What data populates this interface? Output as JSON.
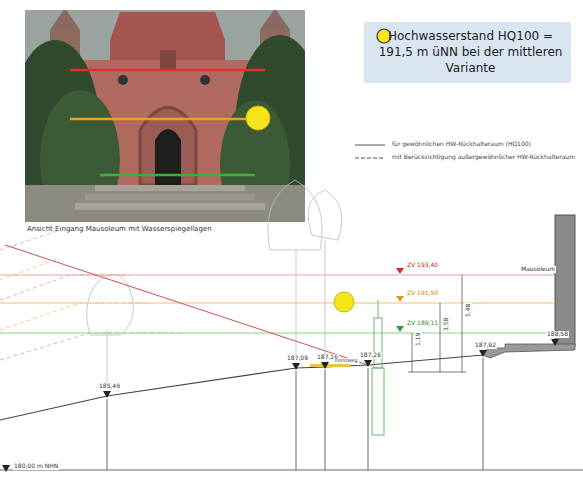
{
  "diagram": {
    "caption": "Ansicht Eingang Mausoleum mit Wasserspiegellagen",
    "nodes": [
      {
        "text": [
          "Hochwasserstand HQ100 = 191,5 m üNN bei der mittleren Variante"
        ]
      }
    ],
    "labels": [
      "ZV 193,40",
      "ZV 191,50",
      "ZV 189,11",
      "Mausoleum",
      "5,48",
      "3,58",
      "1,19",
      "185,49",
      "187,09",
      "187,16",
      "Forstweg",
      "187,26",
      "187,92",
      "188,58",
      "180,00 m NHN"
    ],
    "legend": [
      {
        "text": "für gewöhnlichen HW-Rückhalteraum (HQ100)"
      },
      {
        "text": "mit Berücksichtigung außergewöhnlicher HW-Rückhalteraum"
      }
    ]
  }
}
